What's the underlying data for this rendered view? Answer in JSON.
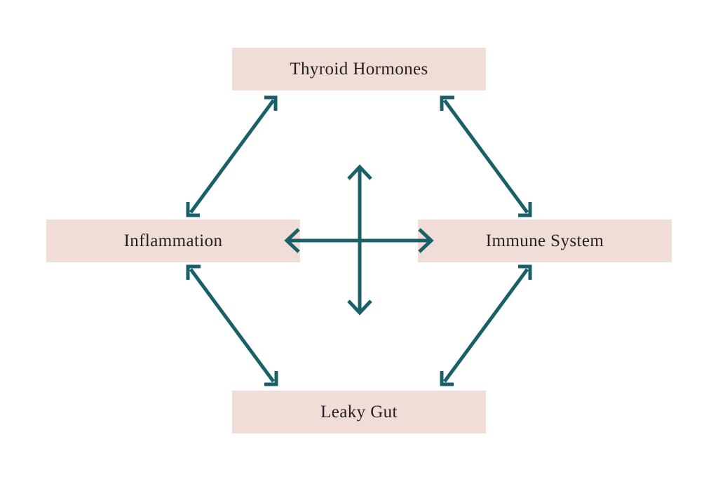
{
  "diagram": {
    "title": "Thyroid Hormones, Inflammation, Immune System and Leaky Gut relationship diagram",
    "background_color": "#FFFFFF",
    "node_fill_color": "#F1DDD7",
    "node_text_color": "#231F20",
    "arrow_color": "#1A6068",
    "nodes": [
      {
        "id": "thyroid",
        "label": "Thyroid Hormones",
        "position": "top"
      },
      {
        "id": "inflammation",
        "label": "Inflammation",
        "position": "middle-left"
      },
      {
        "id": "immune",
        "label": "Immune System",
        "position": "middle-right"
      },
      {
        "id": "leakygut",
        "label": "Leaky Gut",
        "position": "bottom"
      }
    ],
    "connections": [
      {
        "from": "inflammation",
        "to": "thyroid",
        "style": "double-headed-arrow",
        "orientation": "diagonal-up-right"
      },
      {
        "from": "thyroid",
        "to": "immune",
        "style": "double-headed-arrow",
        "orientation": "diagonal-down-right"
      },
      {
        "from": "leakygut",
        "to": "inflammation",
        "style": "double-headed-arrow",
        "orientation": "diagonal-up-left"
      },
      {
        "from": "leakygut",
        "to": "immune",
        "style": "double-headed-arrow",
        "orientation": "diagonal-up-right"
      },
      {
        "from": "inflammation",
        "to": "immune",
        "style": "double-headed-arrow",
        "orientation": "horizontal"
      },
      {
        "from": "thyroid",
        "to": "leakygut",
        "style": "double-headed-arrow",
        "orientation": "vertical"
      }
    ]
  }
}
